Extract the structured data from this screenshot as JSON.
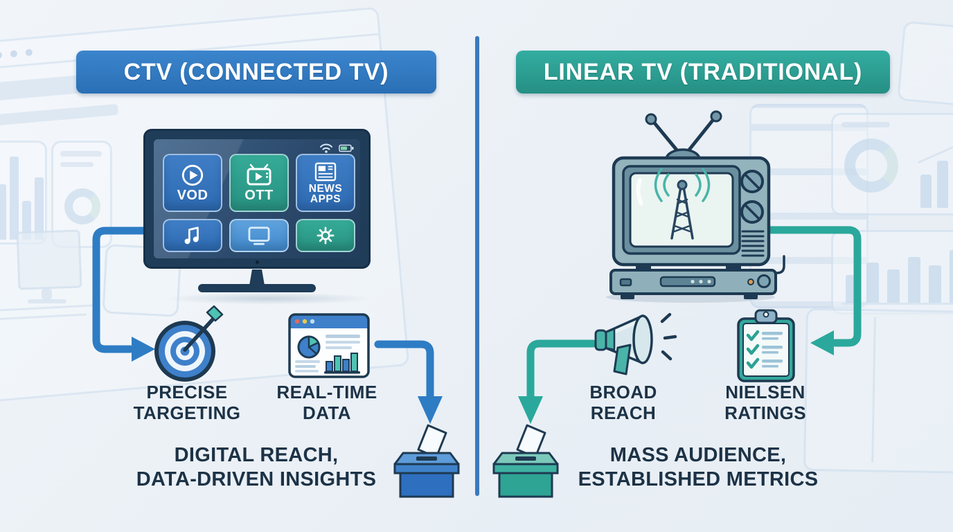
{
  "palette": {
    "accent_blue": "#2e78c4",
    "accent_teal": "#2aa69a",
    "arrow_blue": "#2e7cc4",
    "arrow_teal": "#2aa89b",
    "divider_blue": "#3b79bd",
    "text_navy": "#1c3246",
    "background": "#edf2f7"
  },
  "left_panel": {
    "title": "CTV (CONNECTED TV)",
    "tv": {
      "status_icons": [
        {
          "name": "wifi-icon"
        },
        {
          "name": "battery-icon"
        }
      ],
      "apps": [
        {
          "label": "VOD",
          "icon": "play-circle-icon"
        },
        {
          "label": "OTT",
          "icon": "tv-play-icon"
        },
        {
          "label": "NEWS APPS",
          "icon": "newspaper-icon"
        },
        {
          "label": "",
          "icon": "music-note-icon"
        },
        {
          "label": "",
          "icon": "screen-share-icon"
        },
        {
          "label": "",
          "icon": "settings-gear-icon"
        }
      ]
    },
    "features": [
      {
        "label": "PRECISE TARGETING",
        "icon": "target-bullseye-icon"
      },
      {
        "label": "REAL-TIME DATA",
        "icon": "analytics-window-icon"
      }
    ],
    "summary": {
      "line1": "DIGITAL REACH,",
      "line2": "DATA-DRIVEN INSIGHTS"
    },
    "ballot": {
      "icon": "ballot-box-blue-icon"
    }
  },
  "right_panel": {
    "title": "LINEAR TV (TRADITIONAL)",
    "tv_icon": "crt-tv-antenna-icon",
    "features": [
      {
        "label": "BROAD REACH",
        "icon": "megaphone-icon"
      },
      {
        "label": "NIELSEN RATINGS",
        "icon": "clipboard-checklist-icon"
      }
    ],
    "summary": {
      "line1": "MASS AUDIENCE,",
      "line2": "ESTABLISHED METRICS"
    },
    "ballot": {
      "icon": "ballot-box-teal-icon"
    }
  }
}
